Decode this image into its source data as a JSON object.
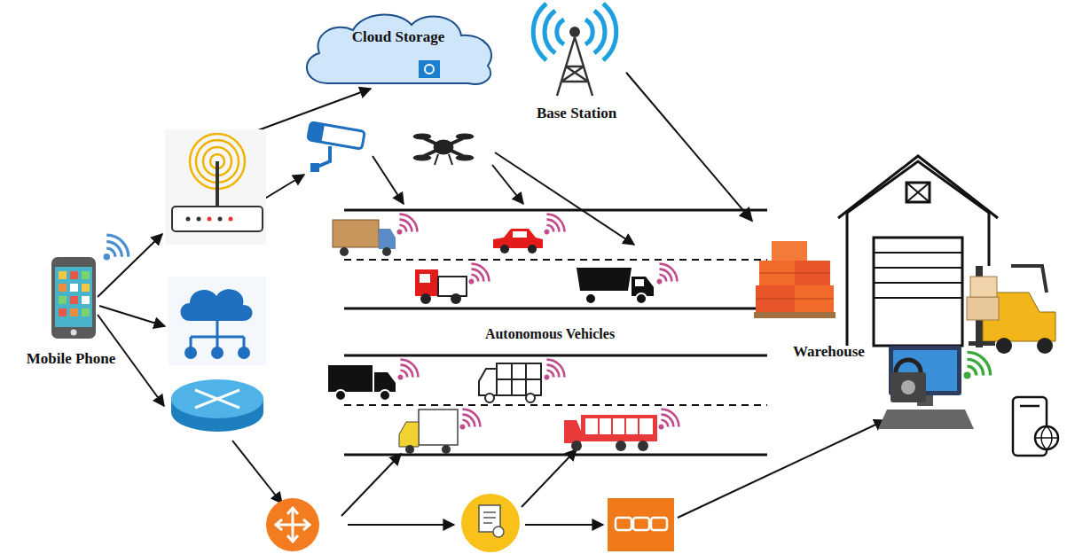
{
  "diagram": {
    "nodes": [
      {
        "text": [
          "Cloud Storage"
        ]
      },
      {
        "text": [
          "Base Station"
        ]
      },
      {
        "text": [
          "Mobile Phone"
        ]
      },
      {
        "text": [
          "Warehouse"
        ]
      }
    ],
    "edges": [
      {
        "from": 1,
        "to": 3,
        "arrow": "to"
      }
    ],
    "labels": [
      "Autonomous Vehicles"
    ]
  }
}
